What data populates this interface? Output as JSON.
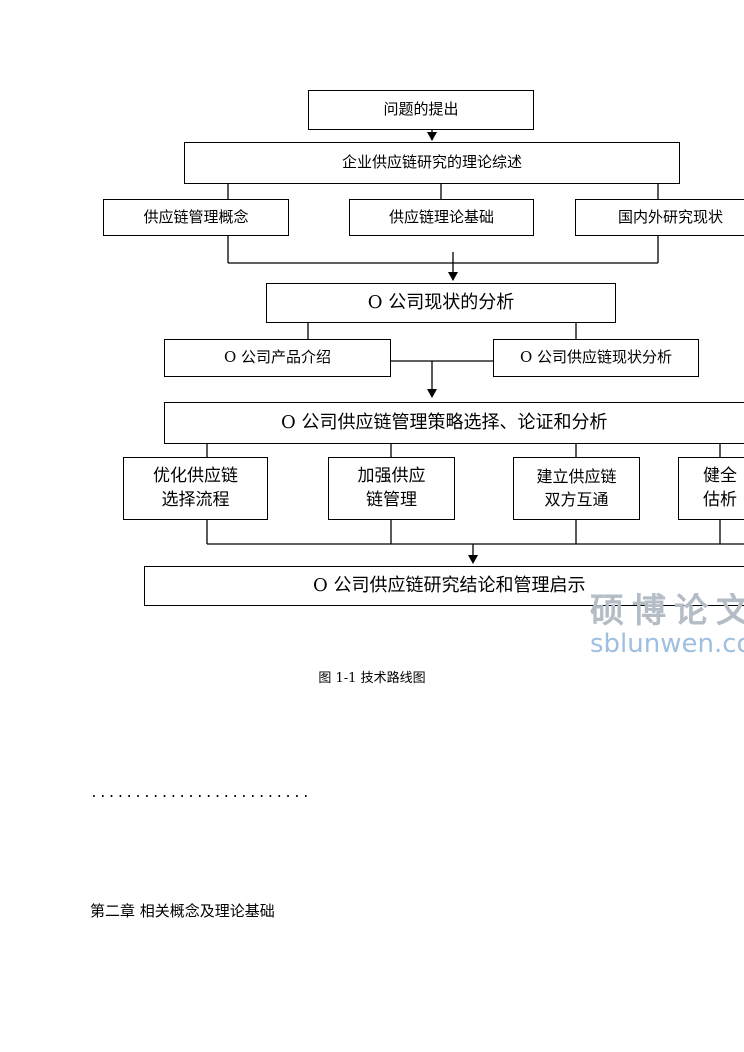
{
  "diagram": {
    "top": "问题的提出",
    "review": "企业供应链研究的理论综述",
    "review_children": [
      "供应链管理概念",
      "供应链理论基础",
      "国内外研究现状"
    ],
    "analysis": "O 公司现状的分析",
    "analysis_children": [
      "O 公司产品介绍",
      "O 公司供应链现状分析"
    ],
    "strategy": "O 公司供应链管理策略选择、论证和分析",
    "strategy_children": [
      {
        "line1": "优化供应链",
        "line2": "选择流程"
      },
      {
        "line1": "加强供应",
        "line2": "链管理"
      },
      {
        "line1": "建立供应链",
        "line2": "双方互通"
      },
      {
        "line1": "健全",
        "line2": "估析"
      }
    ],
    "conclusion": "O 公司供应链研究结论和管理启示"
  },
  "caption": "图 1-1  技术路线图",
  "dots": ".........................",
  "chapter_title": "第二章  相关概念及理论基础",
  "watermark": {
    "cn": "硕博论文",
    "en": "sblunwen.com"
  }
}
